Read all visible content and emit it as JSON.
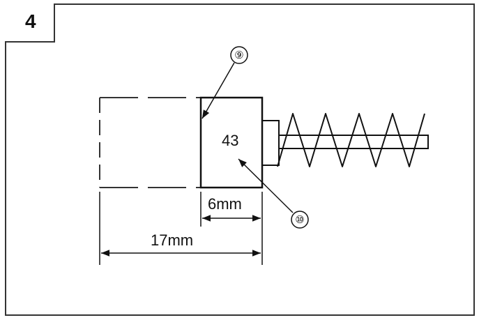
{
  "step": {
    "number": "4"
  },
  "part": {
    "label": "43"
  },
  "callouts": {
    "first": "⑨",
    "second": "⑩"
  },
  "dimensions": {
    "inner": "6mm",
    "outer": "17mm"
  }
}
